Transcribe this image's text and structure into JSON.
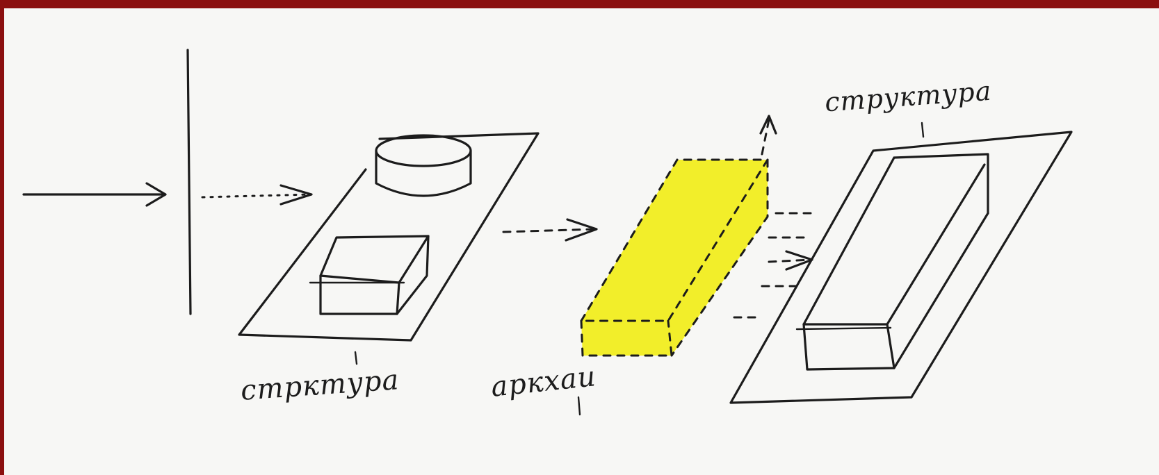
{
  "sketch": {
    "highlight_color": "#f2ee2a",
    "ink_color": "#1c1c1c",
    "frame_color": "#8b0f0f",
    "labels": {
      "left": "стрктура",
      "middle": "аркхаи",
      "right": "структура"
    }
  }
}
